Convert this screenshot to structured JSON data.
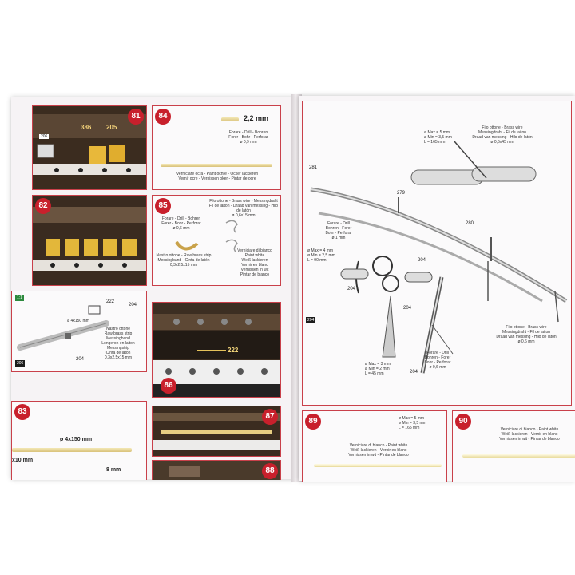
{
  "left_page": {
    "step_81": {
      "number": "81",
      "parts": [
        "386",
        "205"
      ],
      "tag": "206"
    },
    "step_82": {
      "number": "82"
    },
    "step_84": {
      "number": "84",
      "dimension": "2,2 mm",
      "drill_caption": "Forare - Drill - Bohren\nForer - Bohr - Perforar\nø 0,9 mm",
      "paint_caption": "Verniciare ocra - Paint ochre - Ocker lackieren\nVernir ocre - Vernissen oker - Pintar de ocre"
    },
    "step_85": {
      "number": "85",
      "wire_caption": "Filo ottone - Brass wire - Messingdraht\nFil de laiton - Draad van messing - Hilo de latón\nø 0,6x15 mm",
      "drill_caption": "Forare - Drill - Bohren\nForer - Bohr - Perforar\nø 0,6 mm",
      "strip_caption": "Nastro ottone - Raw brass strip\nMessingband - Cinta de latón\n0,3x2,5x15 mm",
      "paint_caption": "Verniciare di bianco\nPaint white\nWeiß lackieren\nVernir en blanc\nVernissen in wit\nPintar de blanco"
    },
    "step_rail": {
      "badge": "1:1",
      "parts": [
        "222",
        "204"
      ],
      "badge_bottom": "206",
      "dim": "ø 4x150 mm",
      "strip_caption": "Nastro ottone\nRaw brass strip\nMessingband\nLongeron en laiton\nMessingstrip\nCinta de latón\n0,3x2,5x15 mm",
      "part_bottom": "204"
    },
    "step_86": {
      "number": "86",
      "part": "222"
    },
    "step_83": {
      "number": "83",
      "dim_main": "ø 4x150 mm",
      "dim_left": "x10 mm",
      "dim_right": "8 mm"
    },
    "step_87": {
      "number": "87"
    },
    "step_88": {
      "number": "88"
    }
  },
  "right_page": {
    "main": {
      "part_281": "281",
      "part_279": "279",
      "part_280": "280",
      "part_204a": "204",
      "part_204b": "204",
      "part_204c": "204",
      "part_204d": "204",
      "badge": "204",
      "wire_top_caption": "Filo ottone - Brass wire\nMessingdraht - Fil de laiton\nDraad van messing - Hilo de latón\nø 0,6x45 mm",
      "size_top": "ø Max = 5 mm\nø Min = 3,5 mm\nL = 165 mm",
      "drill_left": "Forare - Drill\nBohren - Forer\nBohr - Perforar\nø 1 mm",
      "size_mid": "ø Max = 4 mm\nø Min = 2,5 mm\nL = 90 mm",
      "wire_bottom_caption": "Filo ottone - Brass wire\nMessingdraht - Fil de laiton\nDraad van messing - Hilo de latón\nø 0,6 mm",
      "drill_bottom": "Forare - Drill\nBohren - Forer\nBohr - Perforar\nø 0,6 mm",
      "size_bottom": "ø Max = 3 mm\nø Min = 2 mm\nL = 45 mm"
    },
    "step_89": {
      "number": "89",
      "size": "ø Max = 5 mm\nø Min = 3,5 mm\nL = 165 mm",
      "paint_caption": "Verniciare di bianco - Paint white\nWeiß lackieren - Vernir en blanc\nVernissen in wit - Pintar de blanco"
    },
    "step_90": {
      "number": "90",
      "paint_caption": "Verniciare di bianco - Paint white\nWeiß lackieren - Vernir en blanc\nVernissen in wit - Pintar de blanco"
    }
  },
  "colors": {
    "accent": "#c8202c",
    "panel_border": "#c9404a",
    "wood": "#3a2d22",
    "brass": "#e0c574"
  }
}
